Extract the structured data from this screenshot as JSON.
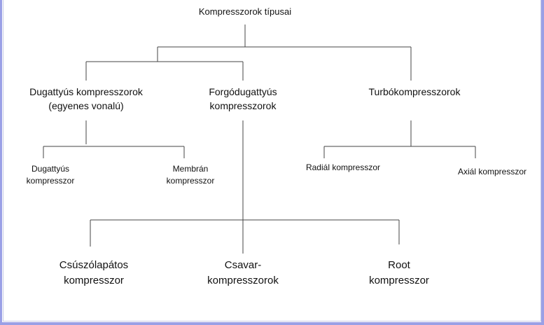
{
  "root": {
    "label": "Kompresszorok típusai"
  },
  "level1": {
    "piston": {
      "line1": "Dugattyús kompresszorok",
      "line2": "(egyenes vonalú)"
    },
    "rotary": {
      "line1": "Forgódugattyús",
      "line2": "kompresszorok"
    },
    "turbo": {
      "line1": "Turbókompresszorok"
    }
  },
  "piston_children": {
    "piston": {
      "line1": "Dugattyús",
      "line2": "kompresszor"
    },
    "membrane": {
      "line1": "Membrán",
      "line2": "kompresszor"
    }
  },
  "turbo_children": {
    "radial": {
      "line1": "Radiál kompresszor"
    },
    "axial": {
      "line1": "Axiál kompresszor"
    }
  },
  "rotary_children": {
    "vane": {
      "line1": "Csúszólapátos",
      "line2": "kompresszor"
    },
    "screw": {
      "line1": "Csavar-",
      "line2": "kompresszorok"
    },
    "root": {
      "line1": "Root",
      "line2": "kompresszor"
    }
  },
  "colors": {
    "frame": "#9aa0e6",
    "lines": "#444444",
    "text": "#111111"
  }
}
